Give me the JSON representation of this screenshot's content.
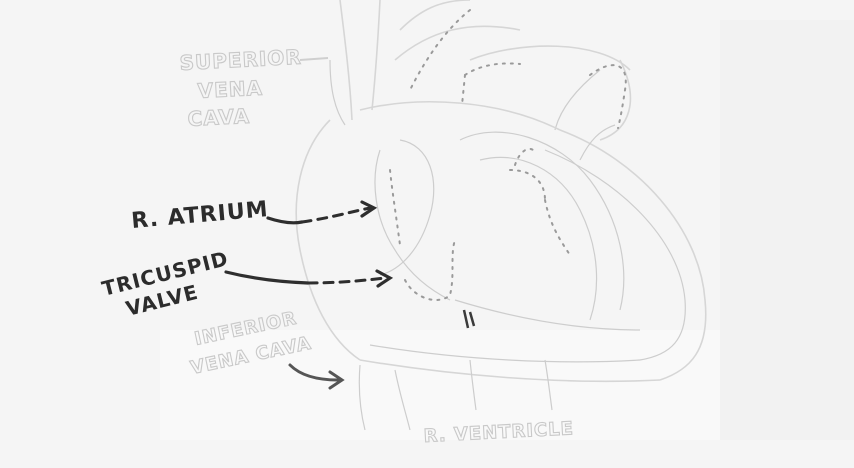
{
  "diagram": {
    "labels": {
      "superior_vena_cava": [
        "SUPERIOR",
        "VENA",
        "CAVA"
      ],
      "r_atrium": "R. ATRIUM",
      "tricuspid_valve": [
        "TRICUSPID",
        "VALVE"
      ],
      "inferior_vena_cava": [
        "INFERIOR",
        "VENA CAVA"
      ],
      "r_ventricle": "R. VENTRICLE"
    }
  }
}
